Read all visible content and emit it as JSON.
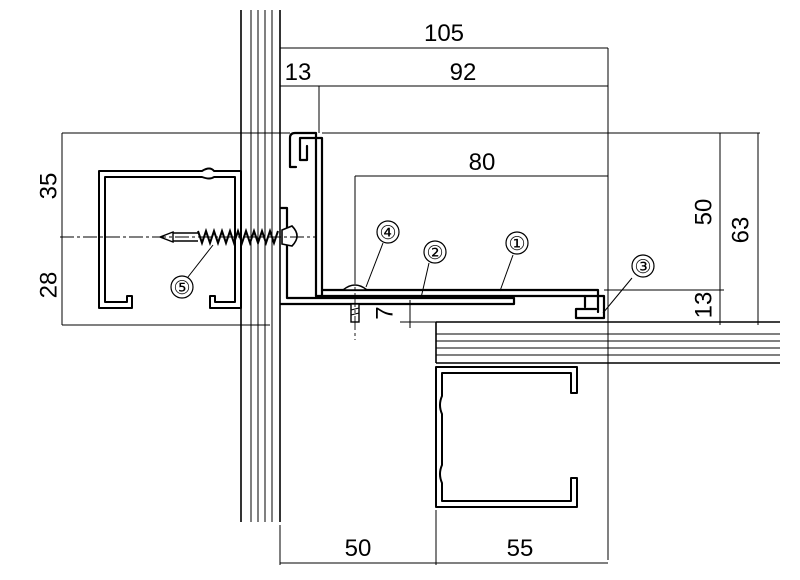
{
  "dimensions": {
    "d105": "105",
    "d13_top": "13",
    "d92": "92",
    "d80": "80",
    "d35": "35",
    "d28": "28",
    "d50_right": "50",
    "d63": "63",
    "d13_right": "13",
    "d7": "7",
    "d50_bottom": "50",
    "d55": "55"
  },
  "callouts": {
    "c1": "①",
    "c2": "②",
    "c3": "③",
    "c4": "④",
    "c5": "⑤"
  }
}
